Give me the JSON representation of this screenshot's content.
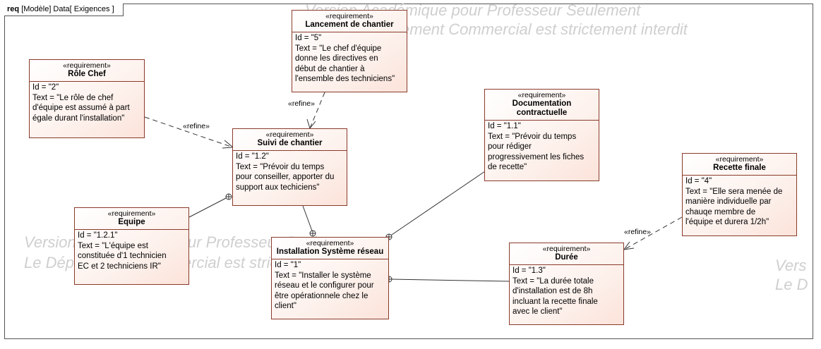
{
  "frame": {
    "keyword": "req",
    "text": "[Modèle] Data[ Exigences ]"
  },
  "watermarks": [
    "Version Académique pour Professeur Seulement",
    "ement Commercial est strictement interdit",
    "Version Académique pour Professeur Seulement",
    "Le Déploiement Commercial est strictement interdit",
    "Vers",
    "Le D"
  ],
  "requirements": [
    {
      "id_key": "lancement",
      "stereotype": "«requirement»",
      "name": "Lancement de chantier",
      "lines": [
        "Id = \"5\"",
        "Text = \"Le chef d'équipe",
        "donne les directives en",
        "début de chantier à",
        "l'ensemble des techniciens\""
      ]
    },
    {
      "id_key": "role",
      "stereotype": "«requirement»",
      "name": "Rôle Chef",
      "lines": [
        "Id = \"2\"",
        "Text = \"Le rôle de chef",
        "d'équipe est assumé à part",
        "égale durant l'installation\""
      ]
    },
    {
      "id_key": "suivi",
      "stereotype": "«requirement»",
      "name": "Suivi de chantier",
      "lines": [
        "Id = \"1.2\"",
        "Text = \"Prévoir du temps",
        "pour conseiller, apporter du",
        "support aux techiciens\""
      ]
    },
    {
      "id_key": "documentation",
      "stereotype": "«requirement»",
      "name": "Documentation contractuelle",
      "lines": [
        "Id = \"1.1\"",
        "Text = \"Prévoir du temps",
        "pour rédiger",
        "progressivement les fiches",
        "de recette\""
      ]
    },
    {
      "id_key": "recette",
      "stereotype": "«requirement»",
      "name": "Recette finale",
      "lines": [
        "Id = \"4\"",
        "Text = \"Elle sera menée de",
        "manière individuelle par",
        "chauqe membre de",
        "l'équipe et durera 1/2h\""
      ]
    },
    {
      "id_key": "equipe",
      "stereotype": "«requirement»",
      "name": "Equipe",
      "lines": [
        "Id = \"1.2.1\"",
        "Text = \"L'équipe est",
        "constituée d'1 technicien",
        "EC et 2 techniciens IR\""
      ]
    },
    {
      "id_key": "installation",
      "stereotype": "«requirement»",
      "name": "Installation Système réseau",
      "lines": [
        "Id = \"1\"",
        "Text = \"Installer le système",
        "réseau et le configurer pour",
        "être opérationnele chez le",
        "client\""
      ]
    },
    {
      "id_key": "duree",
      "stereotype": "«requirement»",
      "name": "Durée",
      "lines": [
        "Id = \"1.3\"",
        "Text = \"La durée totale",
        "d'installation est de 8h",
        "incluant la recette finale",
        "avec le client\""
      ]
    }
  ],
  "relation_labels": [
    "«refine»",
    "«refine»",
    "«refine»"
  ],
  "colors": {
    "box_border": "#8a3a2a",
    "box_fill": "#fbe3da",
    "line": "#333333",
    "watermark": "#cfcfcf"
  }
}
